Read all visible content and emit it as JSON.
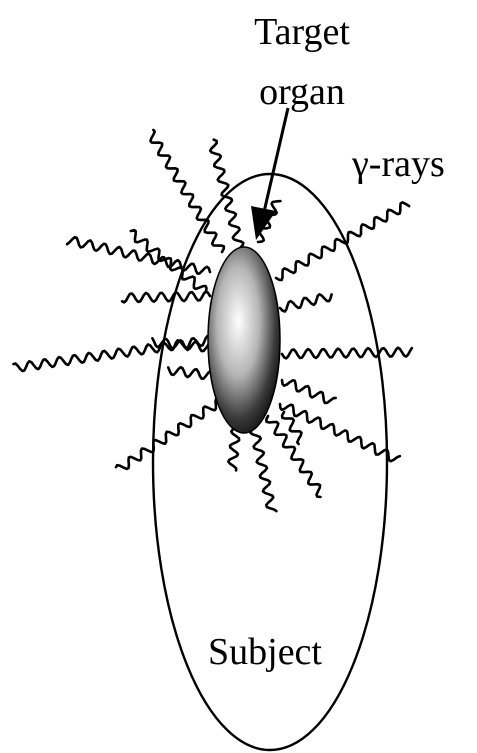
{
  "labels": {
    "target_line1": "Target",
    "target_line2": "organ",
    "gamma_rays": "γ-rays",
    "subject": "Subject"
  },
  "colors": {
    "ink": "#000000",
    "background": "#ffffff"
  }
}
